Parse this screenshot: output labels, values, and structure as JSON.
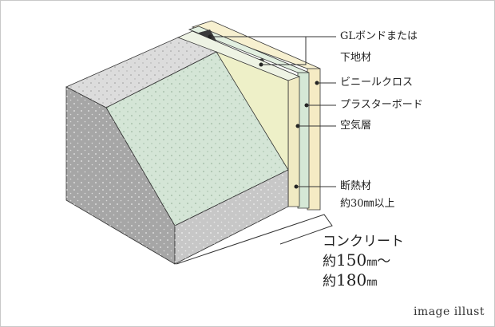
{
  "labels": {
    "gl_bond_line1": "GLボンドまたは",
    "gl_bond_line2": "下地材",
    "vinyl_cloth": "ビニールクロス",
    "plaster_board": "プラスターボード",
    "air_layer": "空気層",
    "insulation_line1": "断熱材",
    "insulation_line2": "約30㎜以上",
    "concrete_title": "コンクリート",
    "concrete_prefix": "約",
    "concrete_min": "150",
    "concrete_unit1": "㎜",
    "concrete_tilde": "～",
    "concrete_max": "180",
    "concrete_unit2": "㎜"
  },
  "caption": "image illust",
  "colors": {
    "concrete_top": "#dcdcdc",
    "concrete_front": "#a6a6a6",
    "concrete_side": "#c7c7c7",
    "insulation_face": "#d4e5d6",
    "insulation_edge": "#e8f0e0",
    "air_gap_face": "#f0eac3",
    "plaster_face": "#d5e8d6",
    "vinyl_face": "#f5ebc4",
    "leader_line": "#333333",
    "text": "#222222"
  }
}
